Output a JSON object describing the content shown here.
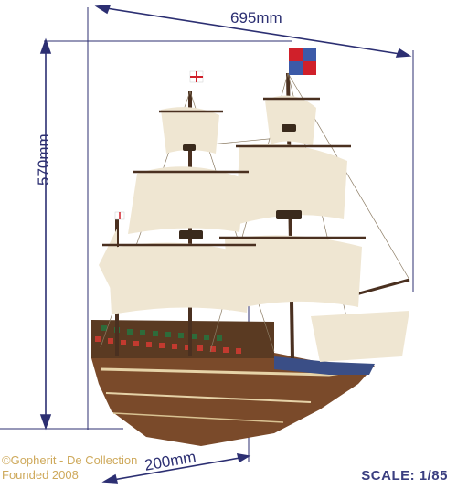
{
  "dimensions": {
    "length": "695mm",
    "height": "570mm",
    "beam": "200mm"
  },
  "scale": "SCALE: 1/85",
  "watermark": {
    "line1": "©Gopherit - De Collection",
    "line2": "Founded 2008"
  },
  "colors": {
    "dimension_lines": "#2c2f72",
    "hull": "#7a4a2a",
    "sails": "#efe6d2",
    "watermark": "#c9a04a"
  }
}
